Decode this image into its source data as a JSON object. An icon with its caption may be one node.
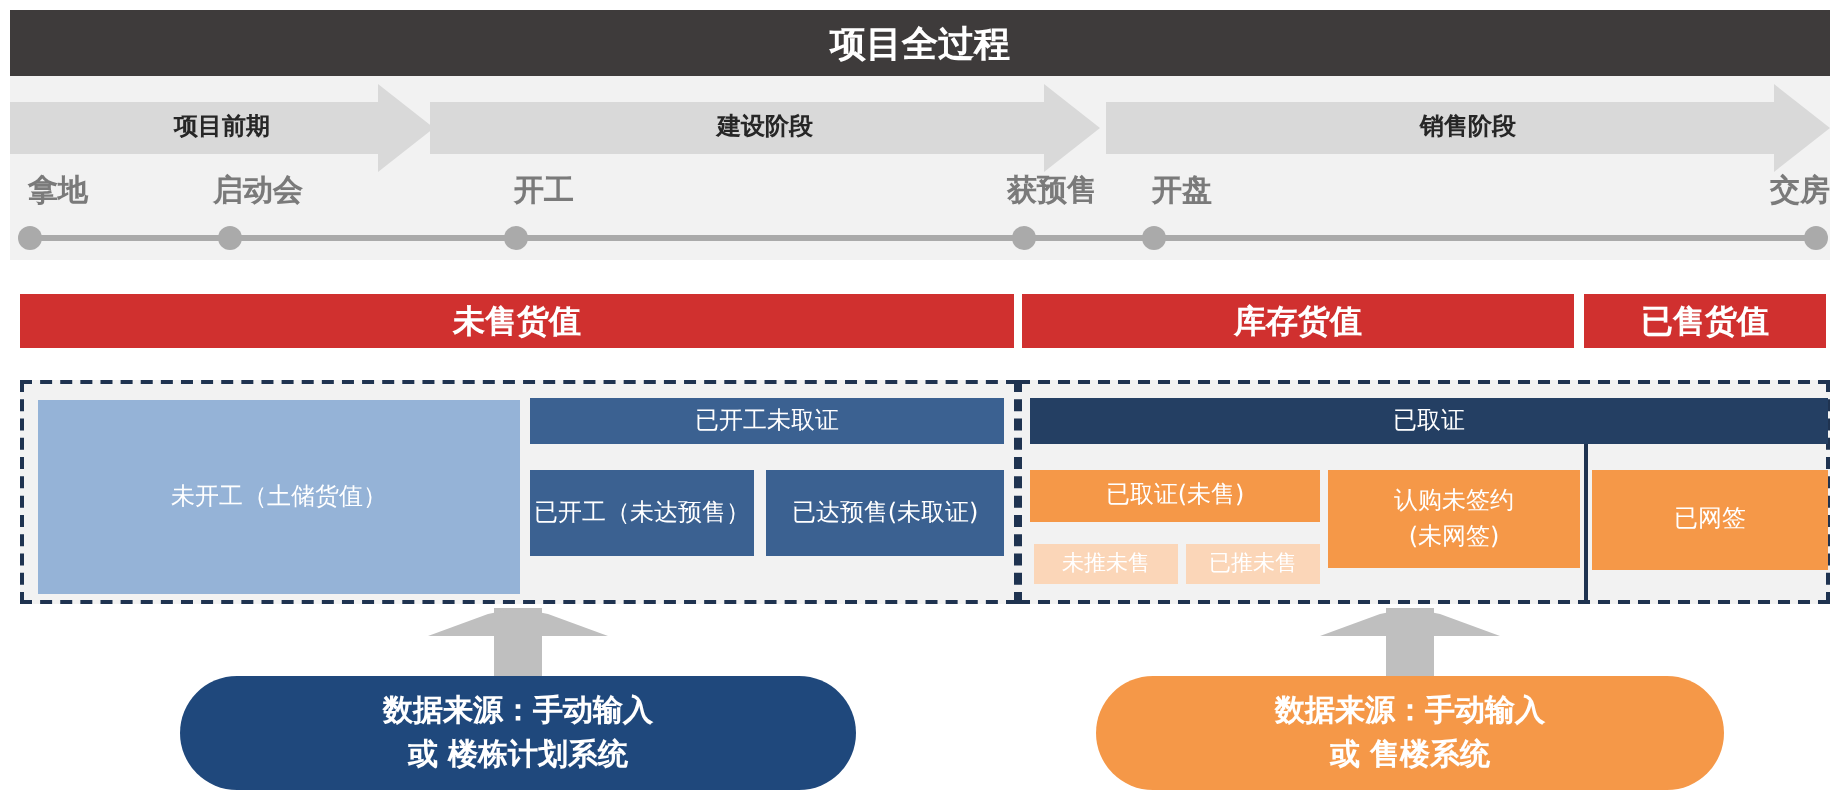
{
  "diagram": {
    "title": "项目全过程",
    "nodes": [
      {
        "text": [
          "项目前期"
        ]
      },
      {
        "text": [
          "建设阶段"
        ]
      },
      {
        "text": [
          "销售阶段"
        ]
      },
      {
        "text": [
          "未售货值"
        ]
      },
      {
        "text": [
          "库存货值"
        ]
      },
      {
        "text": [
          "已售货值"
        ]
      },
      {
        "text": [],
        "shape": "box"
      },
      {
        "text": [],
        "shape": "box"
      },
      {
        "text": [
          "未开工（土储货值）"
        ],
        "in": 6
      },
      {
        "text": [
          "已开工未取证"
        ],
        "in": 6
      },
      {
        "text": [
          "已开工（未达预售）"
        ],
        "in": 6
      },
      {
        "text": [
          "已达预售(未取证)"
        ],
        "in": 6
      },
      {
        "text": [
          "已取证"
        ],
        "in": 7
      },
      {
        "text": [
          "已取证(未售)"
        ],
        "in": 7
      },
      {
        "text": [
          "未推未售"
        ],
        "in": 7
      },
      {
        "text": [
          "已推未售"
        ],
        "in": 7
      },
      {
        "text": [
          "认购未签约(未网签)"
        ],
        "in": 7
      },
      {
        "text": [
          "已网签"
        ],
        "in": 7
      },
      {
        "text": [
          "数据来源：手动输入或 楼栋计划系统"
        ]
      },
      {
        "text": [
          "数据来源：手动输入或 售楼系统"
        ]
      }
    ],
    "edges": [
      {
        "from": 18,
        "to": 6,
        "arrow": "to"
      },
      {
        "from": 19,
        "to": 7,
        "arrow": "to"
      }
    ],
    "labels": [
      "拿地",
      "启动会",
      "开工",
      "获预售",
      "开盘",
      "交房"
    ]
  }
}
